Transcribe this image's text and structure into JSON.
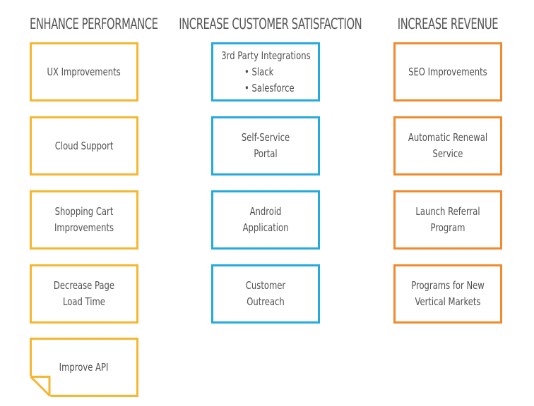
{
  "colors": {
    "performance": "#f5b731",
    "satisfaction": "#25aadf",
    "revenue": "#f08a2c"
  },
  "columns": [
    {
      "title": "ENHANCE PERFORMANCE",
      "cards": [
        "UX Improvements",
        "Cloud Support",
        "Shopping Cart Improvements",
        "Decrease Page Load Time",
        "Improve API"
      ]
    },
    {
      "title": "INCREASE CUSTOMER SATISFACTION",
      "cards": [
        "3rd Party Integrations",
        "Self-Service Portal",
        "Android Application",
        "Customer Outreach"
      ],
      "bullets": [
        "Slack",
        "Salesforce"
      ]
    },
    {
      "title": "INCREASE REVENUE",
      "cards": [
        "SEO Improvements",
        "Automatic Renewal Service",
        "Launch Referral Program",
        "Programs for New Vertical Markets"
      ]
    }
  ]
}
